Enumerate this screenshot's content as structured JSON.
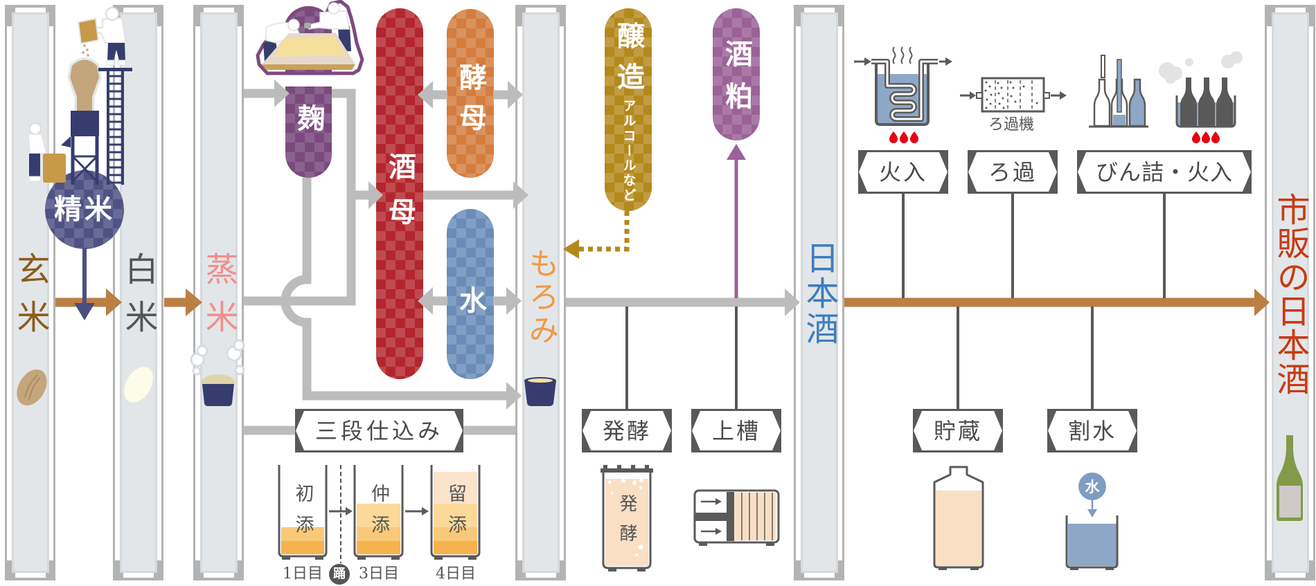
{
  "stages": [
    {
      "label": "玄米",
      "color": "#8a5d1d"
    },
    {
      "label": "白米",
      "color": "#555555"
    },
    {
      "label": "蒸米",
      "color": "#ef8f8f"
    },
    {
      "label": "もろみ",
      "color": "#f09a45"
    },
    {
      "label": "日本酒",
      "color": "#3d7dbf"
    },
    {
      "label": "市販の日本酒",
      "color": "#c83a12"
    }
  ],
  "polishing": {
    "label": "精米",
    "color": "#4f5283",
    "color_light": "#686b96"
  },
  "ingredients": {
    "koji": {
      "label": "麹",
      "color": "#7a4a7c",
      "color_light": "#8b6190"
    },
    "shubo": {
      "label": "酒母",
      "color": "#b3262e",
      "color_light": "#c04a4f"
    },
    "yeast": {
      "label": "酵母",
      "color": "#d47d3e",
      "color_light": "#da925e"
    },
    "water": {
      "label": "水",
      "color": "#6a8cb6",
      "color_light": "#819fc4"
    },
    "brewing_alcohol": {
      "label": "醸造",
      "sublabel": "アルコールなど",
      "color": "#b3891c",
      "color_light": "#c19c42"
    },
    "sake_lees": {
      "label": "酒粕",
      "color": "#9a6297",
      "color_light": "#a97aa5"
    }
  },
  "processes": {
    "sandan_shikomi": "三段仕込み",
    "fermentation": "発酵",
    "pressing": "上槽",
    "pasteurization": "火入",
    "filtration": "ろ過",
    "bottling": "びん詰・火入",
    "storage": "貯蔵",
    "dilution": "割水"
  },
  "sandan_steps": [
    {
      "label": "初添",
      "day": "1日目"
    },
    {
      "label": "仲添",
      "day": "3日目"
    },
    {
      "label": "留添",
      "day": "4日目"
    }
  ],
  "rest_day_badge": "踊",
  "fermentation_tank_label": "発酵",
  "filter_caption": "ろ過機",
  "water_badge": "水",
  "flow_colors": {
    "main": "#bb7e43",
    "ingredient": "#bcbcbc",
    "connector": "#595959",
    "polishing_arrow": "#4c4e80",
    "sake_lees_arrow": "#9a6297",
    "alcohol_arrow": "#b3891c",
    "flame": "#e60012",
    "water_fill": "#8ea7c6"
  }
}
